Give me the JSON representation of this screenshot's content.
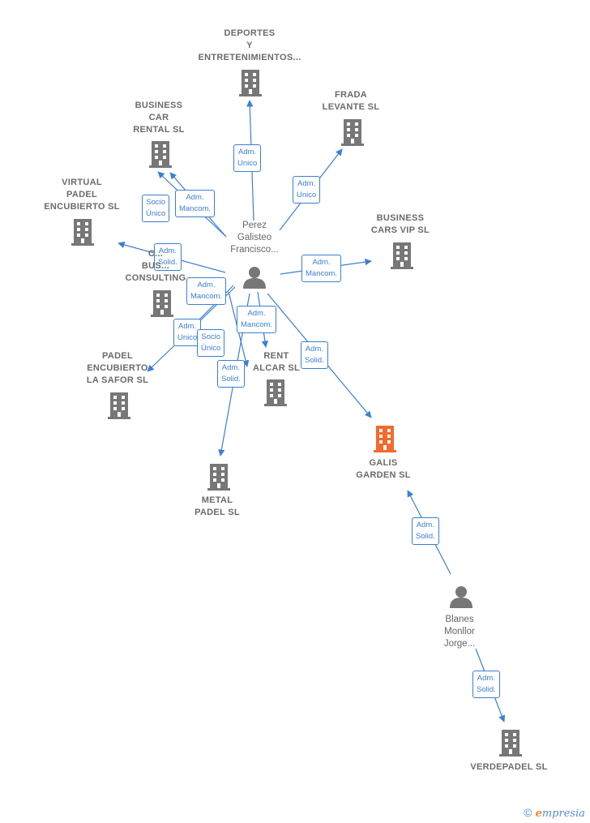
{
  "colors": {
    "edge": "#3a7fd5",
    "building": "#777777",
    "highlight": "#f26a2e",
    "person": "#777777"
  },
  "companies": [
    {
      "id": "deportes",
      "label": "DEPORTES\nY\nENTRETENIMIENTOS...",
      "highlight": false
    },
    {
      "id": "frada",
      "label": "FRADA\nLEVANTE  SL",
      "highlight": false
    },
    {
      "id": "business-car-rental",
      "label": "BUSINESS\nCAR\nRENTAL  SL",
      "highlight": false
    },
    {
      "id": "virtual-padel",
      "label": "VIRTUAL\nPADEL\nENCUBIERTO SL",
      "highlight": false
    },
    {
      "id": "business-cars-vip",
      "label": "BUSINESS\nCARS VIP  SL",
      "highlight": false
    },
    {
      "id": "business-consulting",
      "label": "C...\nBUS...\nCONSULTING",
      "highlight": false
    },
    {
      "id": "padel-safor",
      "label": "PADEL\nENCUBIERTO\nLA SAFOR SL",
      "highlight": false
    },
    {
      "id": "rent-alcar",
      "label": "RENT\nALCAR  SL",
      "highlight": false
    },
    {
      "id": "galis",
      "label": "GALIS\nGARDEN  SL",
      "highlight": true
    },
    {
      "id": "metal-padel",
      "label": "METAL\nPADEL SL",
      "highlight": false
    },
    {
      "id": "verdepadel",
      "label": "VERDEPADEL SL",
      "highlight": false
    }
  ],
  "persons": [
    {
      "id": "perez",
      "label": "Perez\nGalisteo\nFrancisco..."
    },
    {
      "id": "blanes",
      "label": "Blanes\nMonllor\nJorge..."
    }
  ],
  "edges": [
    {
      "from": "perez",
      "to": "deportes",
      "label": "Adm.\nUnico"
    },
    {
      "from": "perez",
      "to": "frada",
      "label": "Adm.\nUnico"
    },
    {
      "from": "perez",
      "to": "business-car-rental",
      "label": "Socio\nÚnico"
    },
    {
      "from": "perez",
      "to": "business-car-rental",
      "label": "Adm.\nMancom."
    },
    {
      "from": "perez",
      "to": "virtual-padel",
      "label": "Adm.\nSolid."
    },
    {
      "from": "perez",
      "to": "business-cars-vip",
      "label": "Adm.\nMancom."
    },
    {
      "from": "perez",
      "to": "padel-safor",
      "label": "Adm.\nMancom."
    },
    {
      "from": "perez",
      "to": "padel-safor",
      "label": "Adm.\nUnico"
    },
    {
      "from": "perez",
      "to": "rent-alcar",
      "label": "Adm.\nMancom."
    },
    {
      "from": "perez",
      "to": "rent-alcar",
      "label": "Socio\nÚnico"
    },
    {
      "from": "perez",
      "to": "metal-padel",
      "label": "Adm.\nSolid."
    },
    {
      "from": "perez",
      "to": "galis",
      "label": "Adm.\nSolid."
    },
    {
      "from": "blanes",
      "to": "galis",
      "label": "Adm.\nSolid."
    },
    {
      "from": "blanes",
      "to": "verdepadel",
      "label": "Adm.\nSolid."
    }
  ],
  "footer": {
    "copyright": "©",
    "brand_e": "e",
    "brand_rest": "mpresia"
  }
}
